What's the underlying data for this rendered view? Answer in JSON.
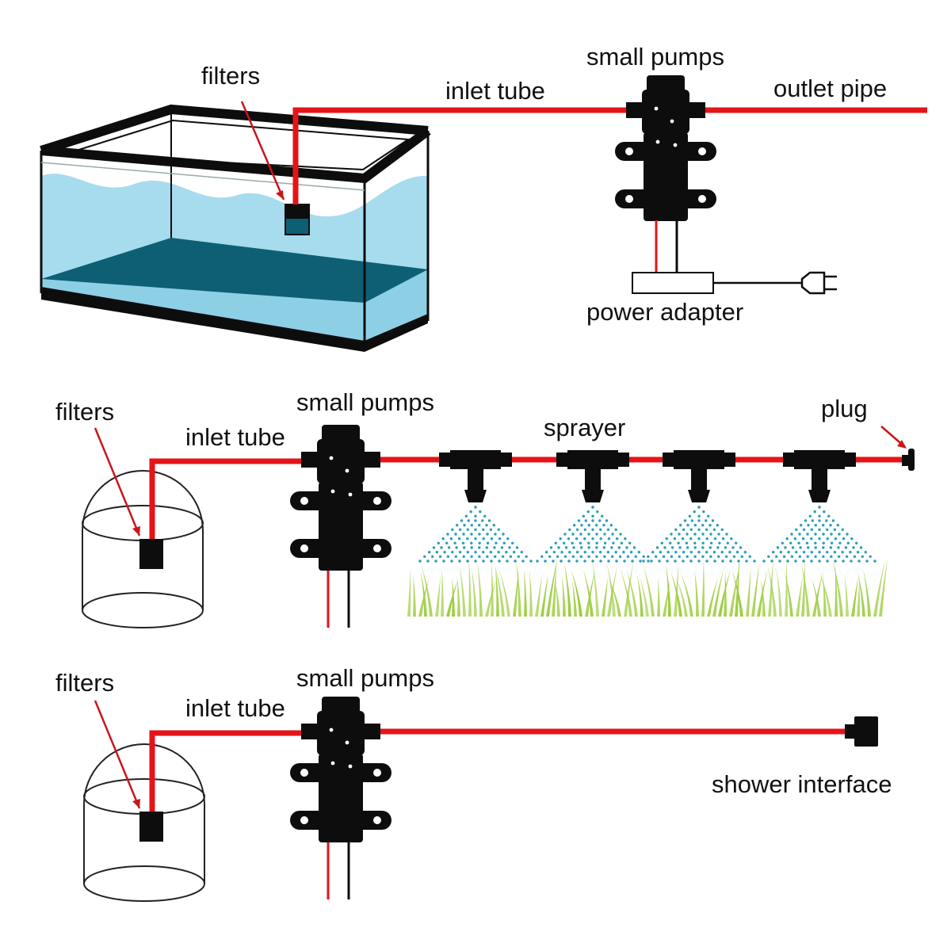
{
  "colors": {
    "tube": "#e41418",
    "pump": "#0d0d0d",
    "water": "#a6dcee",
    "water_dark": "#0e5f73",
    "grass": "#9ccc3c",
    "spray": "#2a9fb7"
  },
  "diagram_1": {
    "filters_label": "filters",
    "inlet_label": "inlet tube",
    "pump_label": "small pumps",
    "outlet_label": "outlet pipe",
    "adapter_label": "power adapter"
  },
  "diagram_2": {
    "filters_label": "filters",
    "inlet_label": "inlet tube",
    "pump_label": "small pumps",
    "sprayer_label": "sprayer",
    "plug_label": "plug"
  },
  "diagram_3": {
    "filters_label": "filters",
    "inlet_label": "inlet tube",
    "pump_label": "small pumps",
    "shower_label": "shower interface"
  },
  "icons": {
    "pump": "pump-icon",
    "filter": "filter-icon",
    "sprayer": "sprayer-nozzle-icon",
    "plug": "plug-icon",
    "adapter": "power-adapter-icon",
    "wall_plug": "wall-plug-icon",
    "shower": "shower-interface-icon",
    "tank": "aquarium-tank-icon",
    "bucket": "bucket-icon",
    "grass": "grass-icon"
  }
}
